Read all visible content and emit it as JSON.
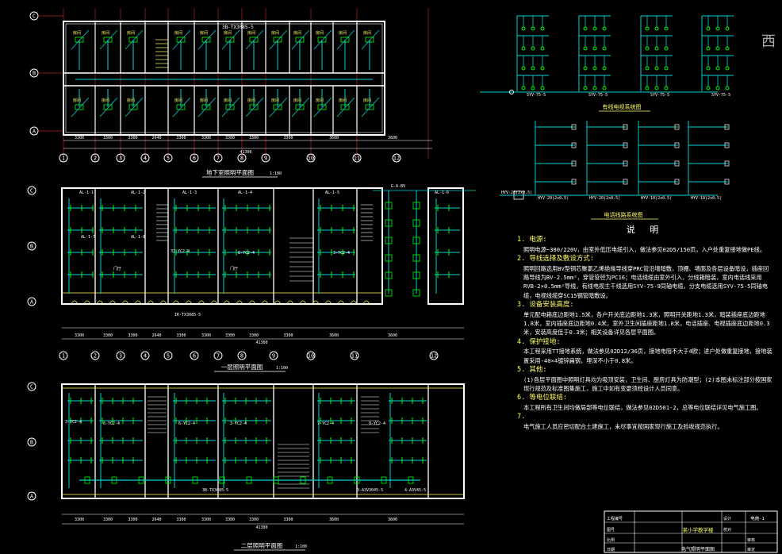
{
  "plan1": {
    "title": "地下室照明平面图",
    "scale": "1:100",
    "axes_num": [
      "1",
      "2",
      "3",
      "4",
      "5",
      "6",
      "7",
      "8",
      "9",
      "10",
      "11",
      "12"
    ],
    "axes_letter": [
      "C",
      "B",
      "A"
    ],
    "dims": [
      "3300",
      "3300",
      "3300",
      "2640",
      "3300",
      "3300",
      "3300",
      "3300",
      "3300",
      "3600",
      "3600",
      "3300"
    ],
    "total": "41300",
    "room_label": "房间",
    "cable": "3B-TX3085-5"
  },
  "plan2": {
    "title": "一层照明平面图",
    "scale": "1:100",
    "axes_num": [
      "1",
      "2",
      "3",
      "4",
      "5",
      "6",
      "7",
      "8",
      "9",
      "10",
      "11",
      "12"
    ],
    "dims": [
      "3300",
      "3300",
      "3300",
      "2640",
      "3300",
      "3300",
      "3300",
      "3300",
      "3300",
      "3600",
      "3600",
      "3300"
    ],
    "total": "41300",
    "labels": [
      "AL-1-1",
      "AL-1-2",
      "AL-1-3",
      "AL-1-4",
      "AL-1-5",
      "AL-1-6",
      "AL-1-7",
      "AL-1-8",
      "37-YC2-4",
      "8-YC2-4",
      "3-YC2-4",
      "IK-TX3085-5",
      "门厅",
      "门厅"
    ],
    "box": "G-A-BV"
  },
  "plan3": {
    "title": "二层照明平面图",
    "scale": "1:100",
    "labels": [
      "3-YC2-4",
      "6-YC2-4",
      "6-YC2-4",
      "3-YC2-4",
      "7-YC2-4",
      "9-YC2-4",
      "3B-TX3085-5",
      "3-A3V3045-5",
      "4-A3V45-5"
    ],
    "dims": [
      "3300",
      "3300",
      "3300",
      "2640",
      "3300",
      "3300",
      "3300",
      "3300",
      "3300",
      "3600",
      "3600",
      "3300"
    ],
    "total": "41300"
  },
  "tv_diagram": {
    "title": "有线电视系统图",
    "cables": [
      "SYV-75-5",
      "SYV-75-5",
      "SYV-75-5",
      "SYV-75-5"
    ]
  },
  "phone_diagram": {
    "title": "电话线路系统图",
    "cables": [
      "HYV-20(2x0.5)",
      "HYV-20(2x0.5)",
      "HYV-10(2x0.5)",
      "HYV-10(2x0.5)",
      "HYV-10(2x0.5)"
    ],
    "source": "HYV-20(2x0.5)"
  },
  "notes": {
    "heading": "说  明",
    "items": [
      {
        "num": "1.",
        "title": "电源:",
        "text": "照明电源~380/220V，由室外低压电缆引入，做法参见02D5/150页，入户处重复接地做PE线。"
      },
      {
        "num": "2.",
        "title": "导线选择及敷设方式:",
        "text": "照明回路选用BV型铜芯聚氯乙烯绝缘导线穿PRC管沿墙暗敷，顶棚、墙面及各层设备暗设，插座回路导线为BV-2.5mm²，穿管管径为PC16；电话线缆由室外引入，分线箱暗装，室内电话线采用RVB-2×0.5mm²导线，有线电视主干线选用SYV-75-9同轴电缆，分支电缆选用SYV-75-5同轴电缆，电视线缆穿SC15钢管暗敷设。"
      },
      {
        "num": "3.",
        "title": "设备安装高度:",
        "text": "单元配电箱底边距地1.5米，各户开关底边距地1.3米，照明开关距地1.3米，暗装插座底边距地1.8米，室内插座底边距地0.4米，室外卫生间插座距地1.8米，电话插座、电视插座底边距地0.3米，安装高度低于0.3米；相关设备详见各层平面图。"
      },
      {
        "num": "4.",
        "title": "保护接地:",
        "text": "本工程采用TT接地系统，做法参见02D12/36页，接地电阻不大于4欧；进户处做重复接地，接地装置采用-40×4镀锌扁钢，埋深不小于0.8米。"
      },
      {
        "num": "5.",
        "title": "其他:",
        "text": "(1)各层平面图中照明灯具均为吸顶安装，卫生间、厨房灯具为防潮型；(2)本图未标注部分按国家现行规范及标准图集施工，施工中如有变更须经设计人员同意。"
      },
      {
        "num": "6.",
        "title": "等电位联结:",
        "text": "本工程所有卫生间均做局部等电位联结，做法参见02D501-2，总等电位联结详见电气施工图。"
      },
      {
        "num": "7.",
        "title": "",
        "text": "电气施工人员应密切配合土建施工，未尽事宜按国家现行施工及验收规范执行。"
      }
    ]
  },
  "titleblock": {
    "project": "某小学教学楼",
    "drawing": "电气照明平面图",
    "fields": [
      "工程编号",
      "图号",
      "比例",
      "日期",
      "设计",
      "校对",
      "审核",
      "审定"
    ],
    "sheet": "电施-1"
  },
  "watermark": "西",
  "colors": {
    "background": "#000000",
    "wall": "#ffffff",
    "wire": "#00d2d2",
    "lamp": "#00ff00",
    "grid": "#ff3030",
    "dim": "#ffffff",
    "text": "#ffff66",
    "accent": "#ff00ff"
  }
}
